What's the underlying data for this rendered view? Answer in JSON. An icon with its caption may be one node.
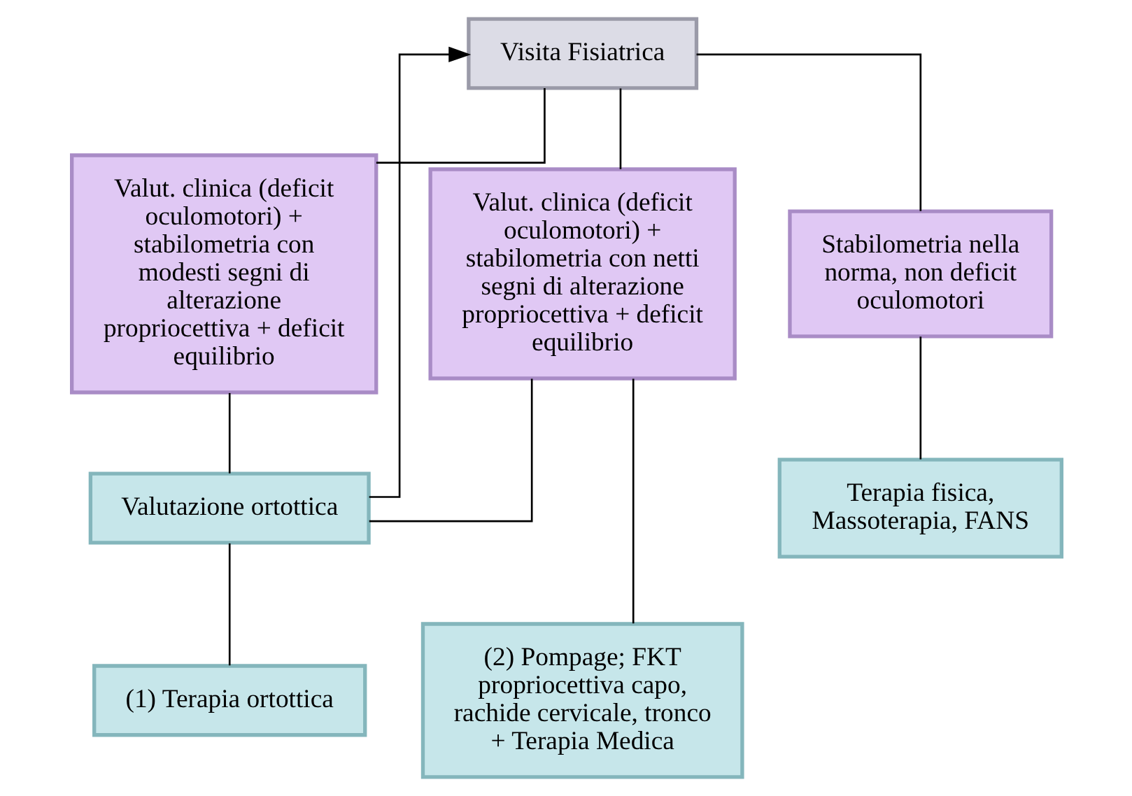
{
  "diagram": {
    "nodes": [
      {
        "text": [
          "Visita Fisiatrica"
        ]
      },
      {
        "text": [
          "Valut. clinica (deficit oculomotori) + stabilometria con modesti segni di alterazione propriocettiva + deficit equilibrio"
        ]
      },
      {
        "text": [
          "Valut. clinica (deficit oculomotori) + stabilometria con netti segni di alterazione propriocettiva + deficit equilibrio"
        ]
      },
      {
        "text": [
          "Stabilometria nella norma, non deficit oculomotori"
        ]
      },
      {
        "text": [
          "Valutazione ortottica"
        ]
      },
      {
        "text": [
          "Terapia fisica, Massoterapia, FANS"
        ]
      },
      {
        "text": [
          "(2) Pompage; FKT propriocettiva capo, rachide cervicale, tronco + Terapia Medica"
        ]
      },
      {
        "text": [
          "(1) Terapia ortottica"
        ]
      }
    ],
    "edges": [
      {
        "from": 0,
        "to": 1,
        "arrow": "none"
      },
      {
        "from": 0,
        "to": 2,
        "arrow": "none"
      },
      {
        "from": 0,
        "to": 3,
        "arrow": "none"
      },
      {
        "from": 1,
        "to": 4,
        "arrow": "none"
      },
      {
        "from": 2,
        "to": 4,
        "arrow": "none"
      },
      {
        "from": 4,
        "to": 0,
        "arrow": "to"
      },
      {
        "from": 3,
        "to": 5,
        "arrow": "none"
      },
      {
        "from": 2,
        "to": 6,
        "arrow": "none"
      },
      {
        "from": 4,
        "to": 7,
        "arrow": "none"
      }
    ]
  }
}
